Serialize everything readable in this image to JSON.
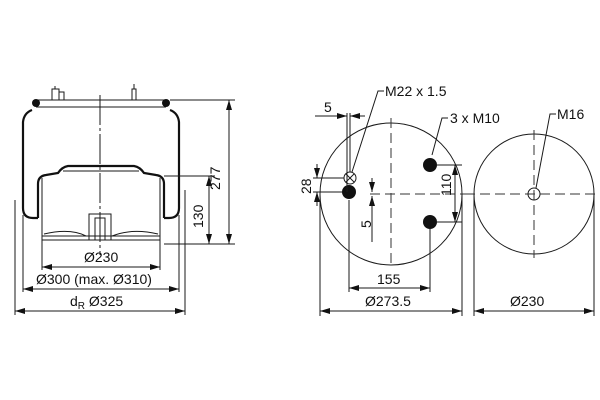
{
  "side_view": {
    "height_total": "277",
    "height_piston": "130",
    "dia_piston": "Ø230",
    "dia_bellow": "Ø300 (max. Ø310)",
    "dia_ring_prefix": "d",
    "dia_ring_sub": "R",
    "dia_ring_value": " Ø325"
  },
  "top_plate": {
    "thread_air": "M22 x 1.5",
    "thread_bolts": "3 x M10",
    "offset_5_top": "5",
    "offset_28": "28",
    "offset_5_vert": "5",
    "bolt_spacing": "110",
    "bolt_offset": "155",
    "diameter": "Ø273.5"
  },
  "bottom_plate": {
    "thread": "M16",
    "diameter": "Ø230"
  }
}
